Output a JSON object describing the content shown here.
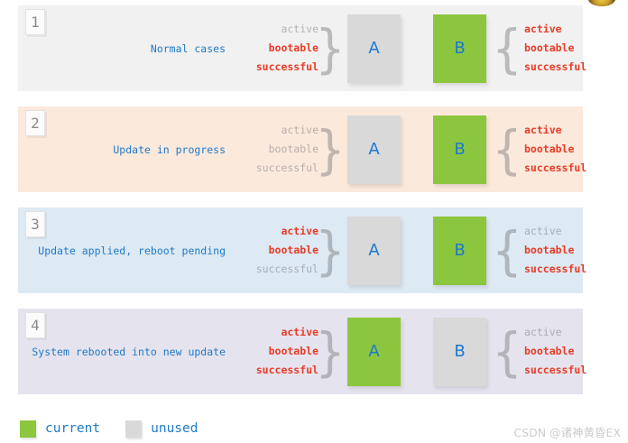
{
  "colors": {
    "current_green": "#8cc63e",
    "unused_gray": "#d9d9d9",
    "accent_blue": "#1f7ac8",
    "flag_red": "#e73c28",
    "flag_muted_gray": "#b9b9b9",
    "panel_backgrounds": [
      "#f1f1f1",
      "#fbe9dc",
      "#dde9f3",
      "#e5e3ed"
    ]
  },
  "brace_left": "}",
  "brace_right": "{",
  "panels": [
    {
      "number": "1",
      "title": "Normal cases",
      "a_flags": [
        {
          "text": "active",
          "state": "dim"
        },
        {
          "text": "bootable",
          "state": "lit"
        },
        {
          "text": "successful",
          "state": "lit"
        }
      ],
      "box_a": {
        "letter": "A",
        "variant": "unused"
      },
      "box_b": {
        "letter": "B",
        "variant": "current"
      },
      "b_flags": [
        {
          "text": "active",
          "state": "lit"
        },
        {
          "text": "bootable",
          "state": "lit"
        },
        {
          "text": "successful",
          "state": "lit"
        }
      ]
    },
    {
      "number": "2",
      "title": "Update in progress",
      "a_flags": [
        {
          "text": "active",
          "state": "dim"
        },
        {
          "text": "bootable",
          "state": "dim"
        },
        {
          "text": "successful",
          "state": "dim"
        }
      ],
      "box_a": {
        "letter": "A",
        "variant": "unused"
      },
      "box_b": {
        "letter": "B",
        "variant": "current"
      },
      "b_flags": [
        {
          "text": "active",
          "state": "lit"
        },
        {
          "text": "bootable",
          "state": "lit"
        },
        {
          "text": "successful",
          "state": "lit"
        }
      ]
    },
    {
      "number": "3",
      "title": "Update applied, reboot pending",
      "a_flags": [
        {
          "text": "active",
          "state": "lit"
        },
        {
          "text": "bootable",
          "state": "lit"
        },
        {
          "text": "successful",
          "state": "dim"
        }
      ],
      "box_a": {
        "letter": "A",
        "variant": "unused"
      },
      "box_b": {
        "letter": "B",
        "variant": "current"
      },
      "b_flags": [
        {
          "text": "active",
          "state": "dim"
        },
        {
          "text": "bootable",
          "state": "lit"
        },
        {
          "text": "successful",
          "state": "lit"
        }
      ]
    },
    {
      "number": "4",
      "title": "System rebooted into new update",
      "a_flags": [
        {
          "text": "active",
          "state": "lit"
        },
        {
          "text": "bootable",
          "state": "lit"
        },
        {
          "text": "successful",
          "state": "lit"
        }
      ],
      "box_a": {
        "letter": "A",
        "variant": "current"
      },
      "box_b": {
        "letter": "B",
        "variant": "unused"
      },
      "b_flags": [
        {
          "text": "active",
          "state": "dim"
        },
        {
          "text": "bootable",
          "state": "lit"
        },
        {
          "text": "successful",
          "state": "lit"
        }
      ]
    }
  ],
  "legend": {
    "items": [
      {
        "label": "current",
        "variant": "current"
      },
      {
        "label": "unused",
        "variant": "unused"
      }
    ]
  },
  "watermark": "CSDN @诸神黄昏EX"
}
